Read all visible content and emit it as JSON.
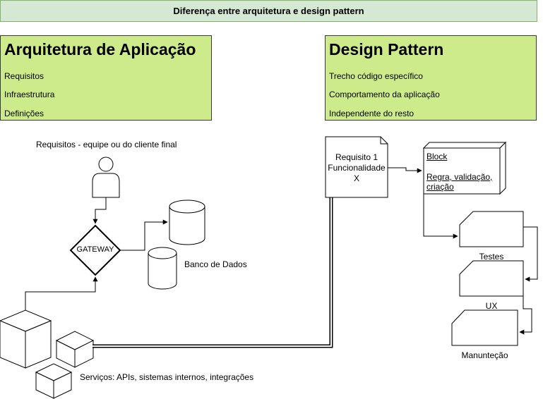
{
  "banner": {
    "title": "Diferença entre arquitetura e design pattern"
  },
  "left_panel": {
    "title": "Arquitetura de Aplicação",
    "items": [
      "Requisitos",
      "Infraestrutura",
      "Definições"
    ]
  },
  "right_panel": {
    "title": "Design Pattern",
    "items": [
      "Trecho código específico",
      "Comportamento da aplicação",
      "Independente do resto"
    ]
  },
  "actor": {
    "label": "Requisitos - equipe ou do cliente final",
    "icon": "person-icon"
  },
  "gateway": {
    "label": "GATEWAY"
  },
  "database": {
    "label": "Banco de Dados",
    "icon": "database-icon"
  },
  "services": {
    "label": "Serviços: APIs, sistemas internos, integrações",
    "icon": "cube-icon"
  },
  "requirement_note": {
    "lines": [
      "Requisito 1",
      "Funcionalidade",
      "X"
    ]
  },
  "block": {
    "title": "Block",
    "text_lines": [
      "Regra, validação,",
      "criação"
    ]
  },
  "stages": [
    "Testes",
    "UX",
    "Manunteção"
  ],
  "colors": {
    "banner_fill": "#d5e8d4",
    "banner_border": "#82b366",
    "panel_fill": "#cdeb8b",
    "panel_border": "#36393d",
    "stroke": "#000000"
  }
}
